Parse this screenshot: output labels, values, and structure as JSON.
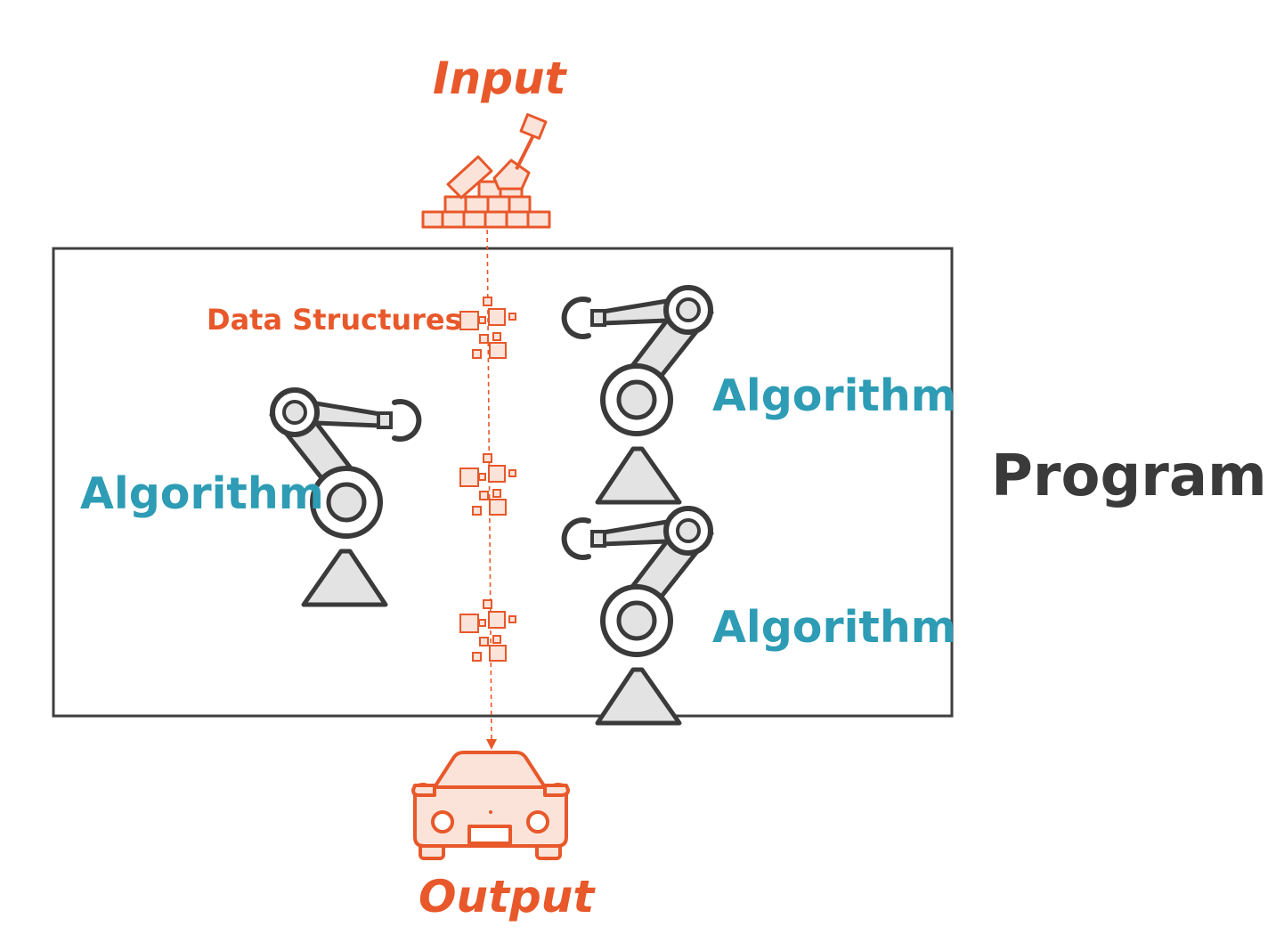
{
  "labels": {
    "input": "Input",
    "output": "Output",
    "data_structures": "Data Structures",
    "algorithm_left": "Algorithm",
    "algorithm_top_right": "Algorithm",
    "algorithm_bottom_right": "Algorithm",
    "program": "Program"
  },
  "icons": {
    "input": "bricks-and-trowel-icon",
    "output": "car-icon",
    "data_structures": "data-blocks-icon",
    "algorithm": "robot-arm-icon"
  },
  "colors": {
    "accent_orange": "#e8582a",
    "algorithm_teal": "#2d9cb4",
    "program_dark": "#3a3a3a",
    "box_border": "#3f3f3f",
    "robot_fill": "#e3e3e3",
    "robot_stroke": "#3a3a3a",
    "block_fill": "#fbe3da"
  }
}
